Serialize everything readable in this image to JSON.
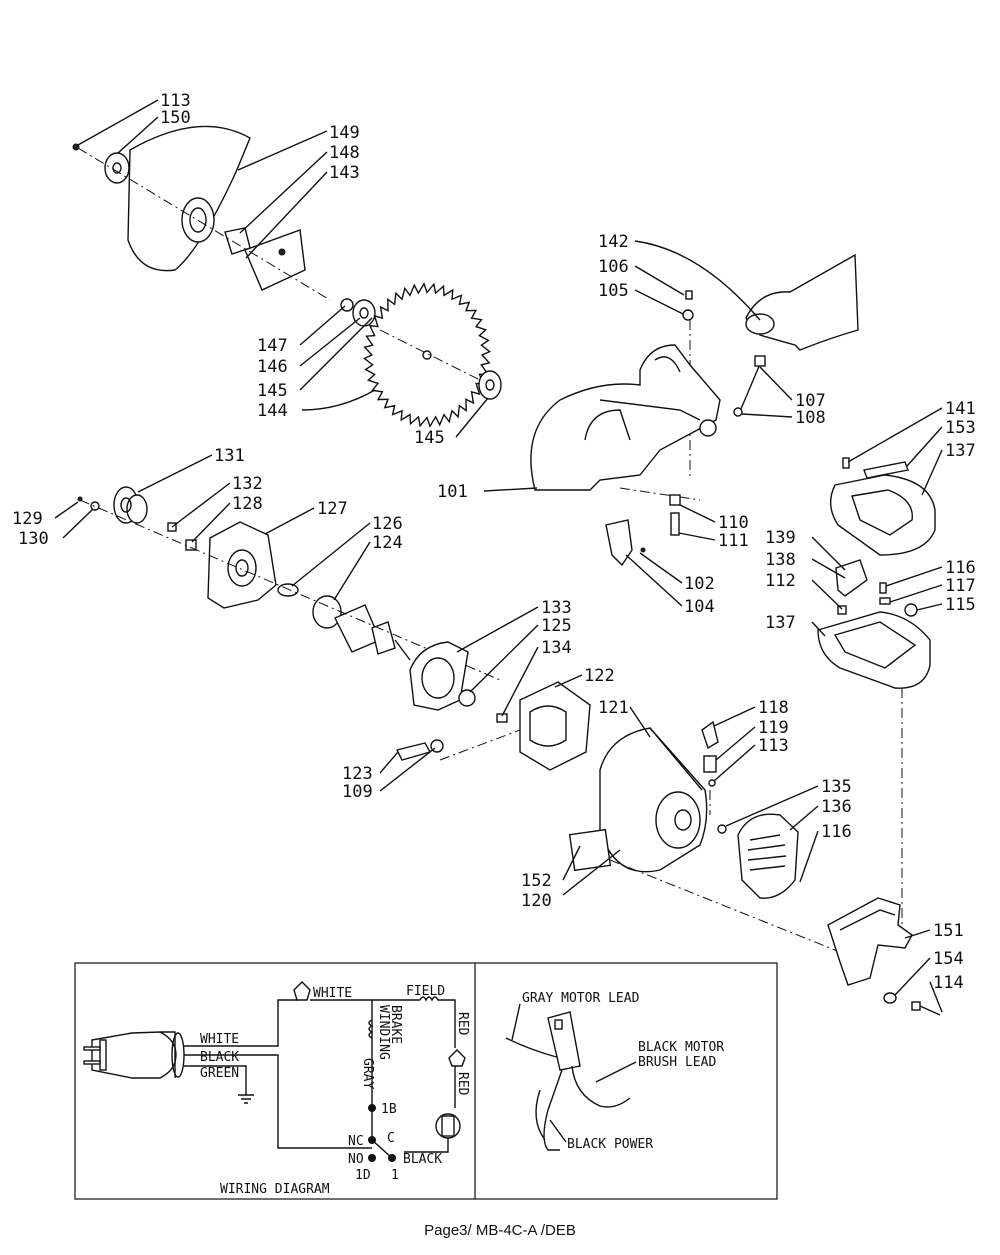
{
  "part_numbers": {
    "p113a": "113",
    "p150": "150",
    "p149": "149",
    "p148": "148",
    "p143": "143",
    "p142": "142",
    "p106": "106",
    "p105": "105",
    "p147": "147",
    "p146": "146",
    "p145a": "145",
    "p144": "144",
    "p145b": "145",
    "p107": "107",
    "p108": "108",
    "p141": "141",
    "p153": "153",
    "p137a": "137",
    "p131": "131",
    "p132": "132",
    "p128": "128",
    "p127": "127",
    "p126": "126",
    "p124": "124",
    "p129": "129",
    "p130": "130",
    "p101": "101",
    "p110": "110",
    "p111": "111",
    "p102": "102",
    "p104": "104",
    "p139": "139",
    "p138": "138",
    "p112": "112",
    "p116a": "116",
    "p117": "117",
    "p115": "115",
    "p137b": "137",
    "p133": "133",
    "p125": "125",
    "p134": "134",
    "p122": "122",
    "p121": "121",
    "p118": "118",
    "p119": "119",
    "p113b": "113",
    "p123": "123",
    "p109": "109",
    "p135": "135",
    "p136": "136",
    "p116b": "116",
    "p152": "152",
    "p120": "120",
    "p151": "151",
    "p154": "154",
    "p114": "114"
  },
  "wiring": {
    "title": "WIRING DIAGRAM",
    "white_top": "WHITE",
    "field": "FIELD",
    "brake": "BRAKE",
    "winding": "WINDING",
    "red1": "RED",
    "red2": "RED",
    "gray": "GRAY",
    "white_left": "WHITE",
    "black_left": "BLACK",
    "green_left": "GREEN",
    "t1b": "1B",
    "tnc": "NC",
    "tc": "C",
    "tno": "NO",
    "tblack": "BLACK",
    "t1d": "1D",
    "t1": "1",
    "gray_motor_lead": "GRAY MOTOR LEAD",
    "black_motor": "BLACK MOTOR",
    "brush_lead": "BRUSH LEAD",
    "black_power": "BLACK POWER"
  },
  "footer": "Page3/ MB-4C-A /DEB"
}
